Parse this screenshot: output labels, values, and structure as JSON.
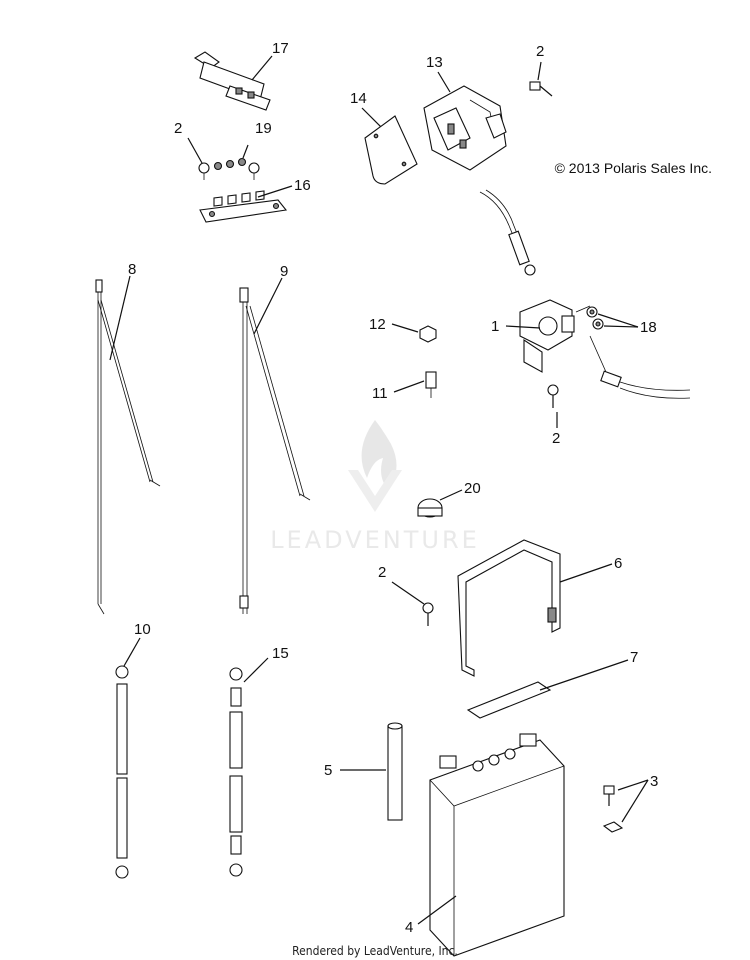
{
  "copyright": "© 2013 Polaris Sales Inc.",
  "watermark": "LEADVENTURE",
  "footer": "Rendered by LeadVenture, Inc.",
  "callouts": {
    "c1": "1",
    "c2a": "2",
    "c2b": "2",
    "c2c": "2",
    "c2d": "2",
    "c3": "3",
    "c4": "4",
    "c5": "5",
    "c6": "6",
    "c7": "7",
    "c8": "8",
    "c9": "9",
    "c10": "10",
    "c11": "11",
    "c12": "12",
    "c13": "13",
    "c14": "14",
    "c15": "15",
    "c16": "16",
    "c17": "17",
    "c18": "18",
    "c19": "19",
    "c20": "20"
  }
}
